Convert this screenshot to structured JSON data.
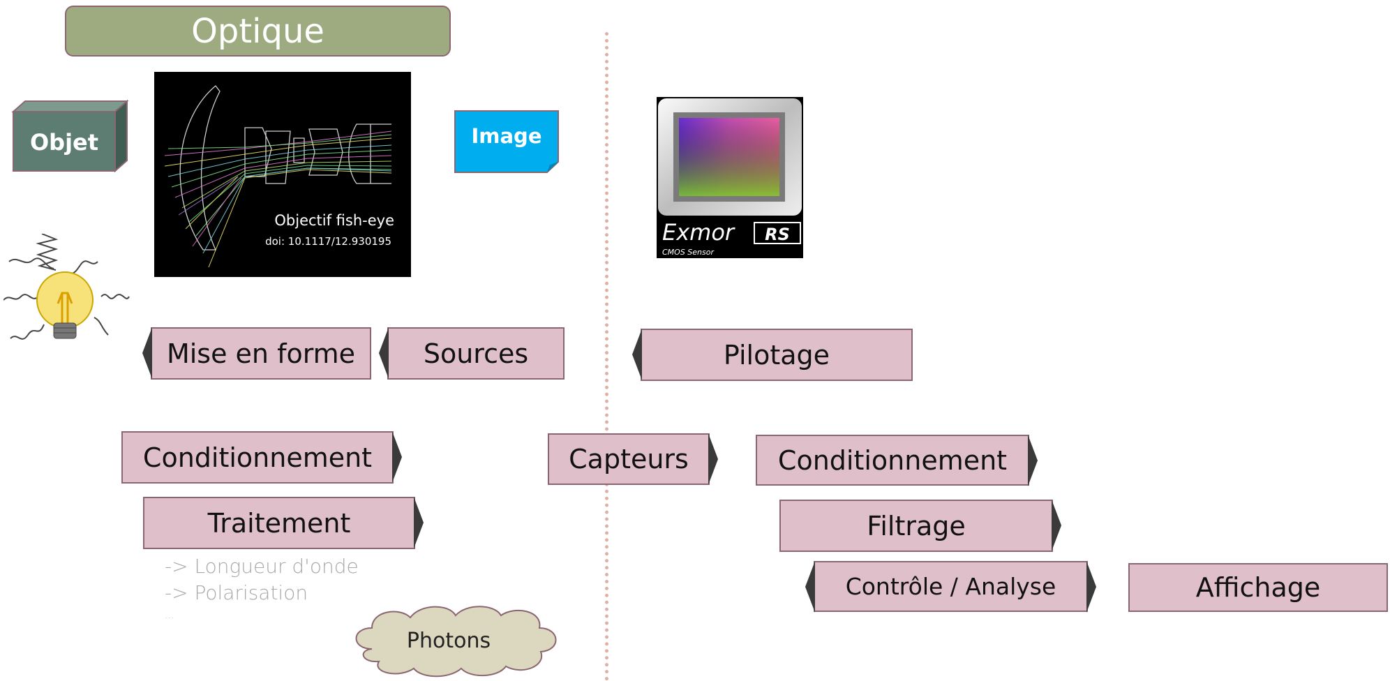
{
  "header": {
    "title": "Optique"
  },
  "optics": {
    "objet_label": "Objet",
    "image_label": "Image",
    "lens_caption": "Objectif fish-eye",
    "lens_doi": "doi: 10.1117/12.930195"
  },
  "sensor": {
    "brand": "Exmor",
    "badge": "RS",
    "subtitle": "CMOS Sensor"
  },
  "left_blocks": {
    "mise_en_forme": "Mise en forme",
    "sources": "Sources",
    "conditionnement": "Conditionnement",
    "traitement": "Traitement"
  },
  "notes": {
    "line1": "-> Longueur d'onde",
    "line2": "-> Polarisation",
    "line3": "..."
  },
  "cloud": {
    "label": "Photons"
  },
  "center": {
    "capteurs": "Capteurs"
  },
  "right_blocks": {
    "pilotage": "Pilotage",
    "conditionnement": "Conditionnement",
    "filtrage": "Filtrage",
    "controle": "Contrôle / Analyse",
    "affichage": "Affichage"
  },
  "colors": {
    "title_bg": "#9eaa80",
    "block_bg": "#dfbfca",
    "objet_bg": "#5d7d72",
    "image_bg": "#00aeef"
  }
}
